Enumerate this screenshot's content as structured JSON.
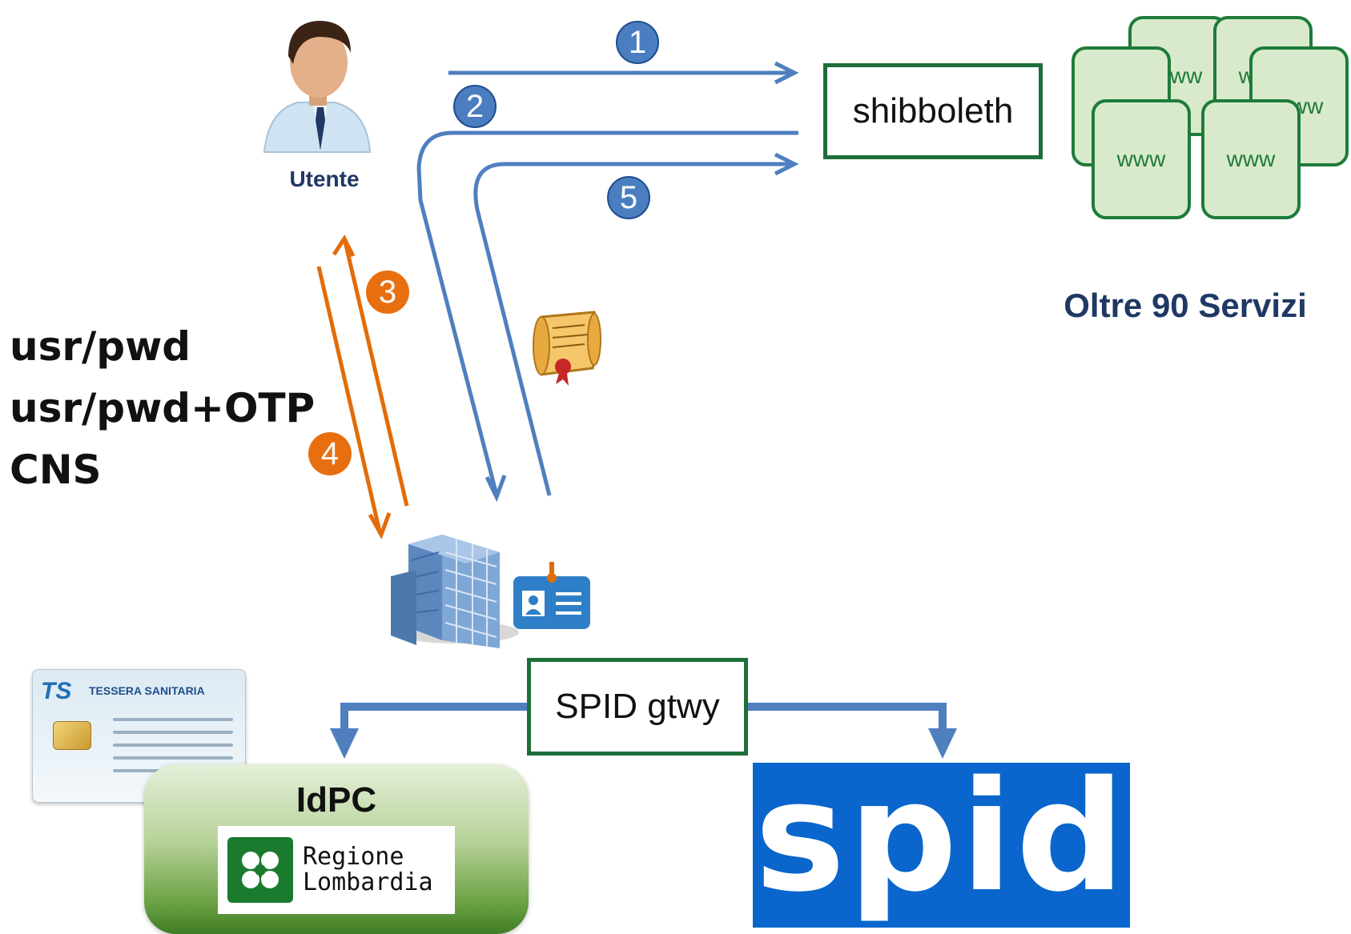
{
  "user": {
    "label": "Utente",
    "icon": "user-avatar-icon"
  },
  "auth_methods": [
    "usr/pwd",
    "usr/pwd+OTP",
    "CNS"
  ],
  "shibboleth": {
    "label": "shibboleth"
  },
  "services": {
    "cards": [
      "www",
      "www",
      "www",
      "www",
      "www",
      "www"
    ],
    "label": "Oltre 90 Servizi"
  },
  "steps": [
    "1",
    "2",
    "3",
    "4",
    "5"
  ],
  "spid_gateway": {
    "label": "SPID gtwy"
  },
  "idpc": {
    "title": "IdPC",
    "logo_line1": "Regione",
    "logo_line2": "Lombardia"
  },
  "spid_logo": {
    "text": "spid"
  },
  "health_card": {
    "header": "TESSERA SANITARIA",
    "logo": "TS"
  },
  "icons": {
    "certificate": "certificate-scroll-icon",
    "building": "building-icon",
    "id_badge": "id-badge-icon"
  },
  "colors": {
    "blue_arrow": "#4F7FBF",
    "orange_arrow": "#E36C0A",
    "green_border": "#1E6E3A",
    "navy_text": "#1F3864",
    "spid_blue": "#0A66CC"
  }
}
